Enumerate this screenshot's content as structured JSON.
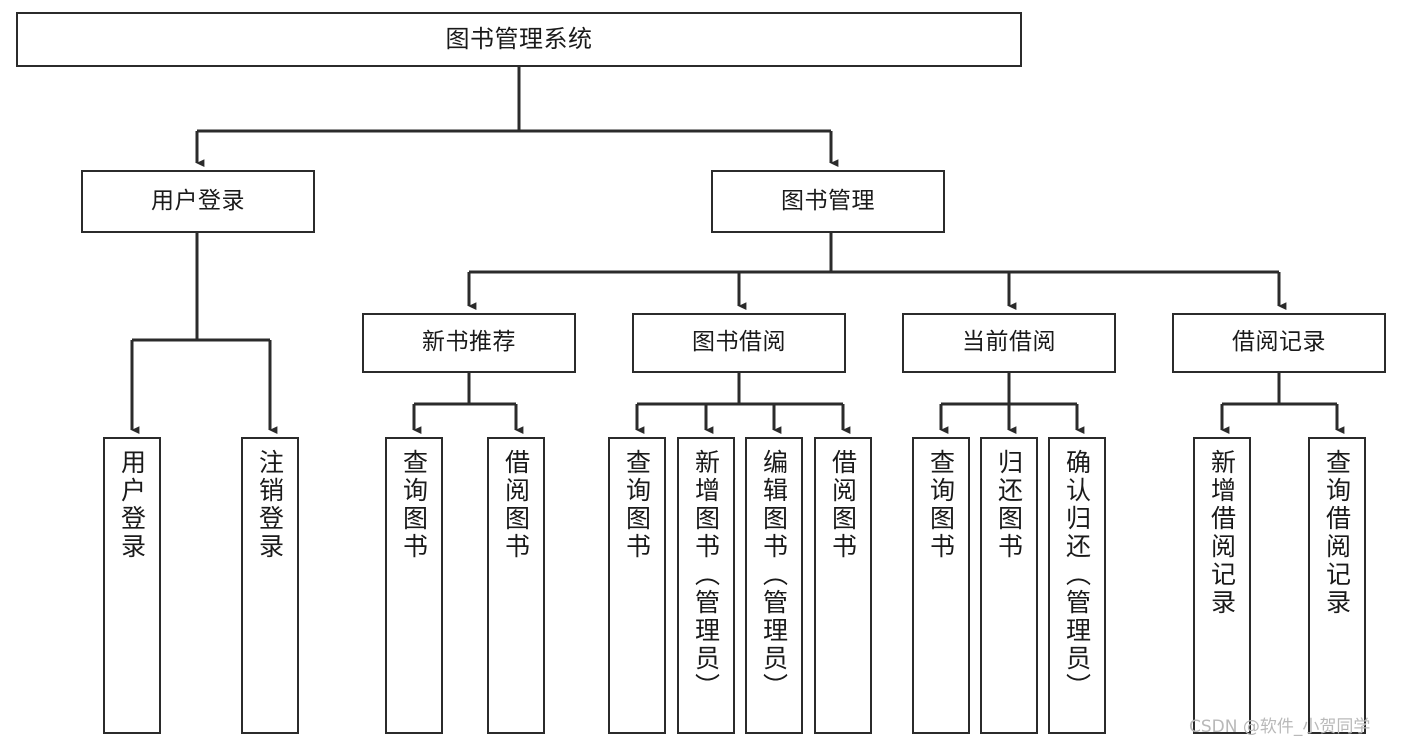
{
  "diagram": {
    "type": "tree-hierarchy",
    "title": "图书管理系统",
    "orientation": "top-down",
    "colors": {
      "box_border": "#2b2b2b",
      "box_fill": "#ffffff",
      "connector": "#2b2b2b",
      "text": "#1a1a1a",
      "watermark": "#b9b9b9",
      "background": "#ffffff"
    }
  },
  "root": {
    "label": "图书管理系统"
  },
  "level2": [
    {
      "label": "用户登录"
    },
    {
      "label": "图书管理"
    }
  ],
  "level3": [
    {
      "label": "新书推荐"
    },
    {
      "label": "图书借阅"
    },
    {
      "label": "当前借阅"
    },
    {
      "label": "借阅记录"
    }
  ],
  "leaves": {
    "user_login": [
      {
        "label": "用户登录"
      },
      {
        "label": "注销登录"
      }
    ],
    "new_book_recommend": [
      {
        "label": "查询图书"
      },
      {
        "label": "借阅图书"
      }
    ],
    "book_borrow": [
      {
        "label": "查询图书"
      },
      {
        "label": "新增图书（管理员）"
      },
      {
        "label": "编辑图书（管理员）"
      },
      {
        "label": "借阅图书"
      }
    ],
    "current_borrow": [
      {
        "label": "查询图书"
      },
      {
        "label": "归还图书"
      },
      {
        "label": "确认归还（管理员）"
      }
    ],
    "borrow_record": [
      {
        "label": "新增借阅记录"
      },
      {
        "label": "查询借阅记录"
      }
    ]
  },
  "watermark": {
    "text": "CSDN @软件_小贺同学"
  }
}
